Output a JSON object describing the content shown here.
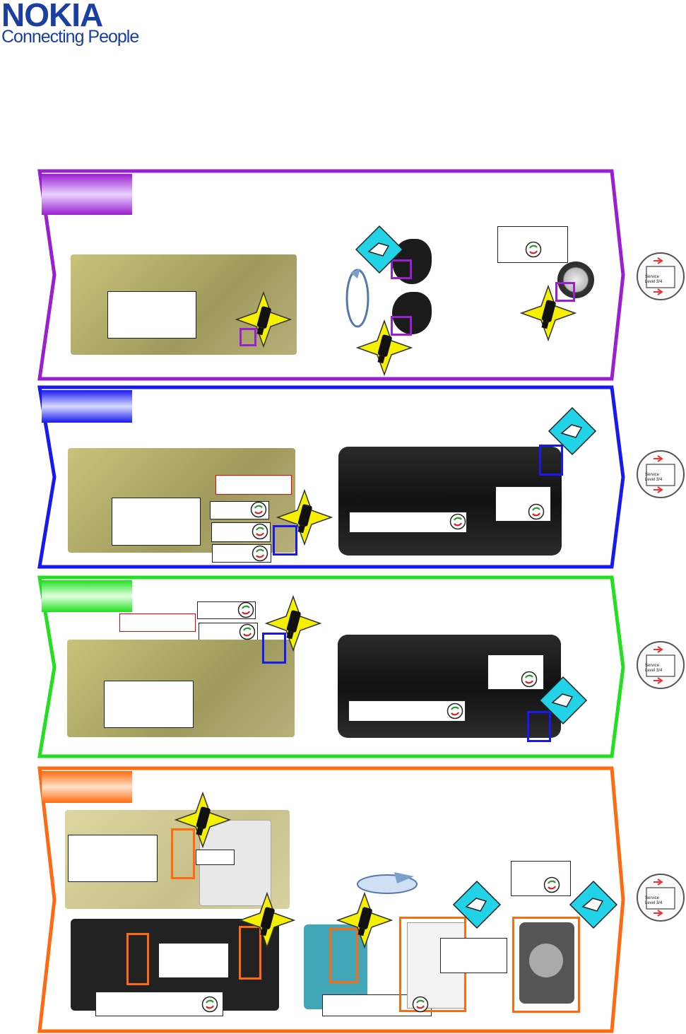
{
  "logo": {
    "wordmark": "NOKIA",
    "tagline": "Connecting People"
  },
  "colors": {
    "brand": "#1a3fa0",
    "section1": "#9a1fd0",
    "section2": "#1818f0",
    "section3": "#20e020",
    "section4": "#ff6a10"
  },
  "icons": [
    "esd-warning-icon",
    "manual-note-icon",
    "replace-icon",
    "rotate-icon",
    "service-level-icon"
  ],
  "service_level": {
    "line1": "Service",
    "line2": "Level 3/4"
  }
}
